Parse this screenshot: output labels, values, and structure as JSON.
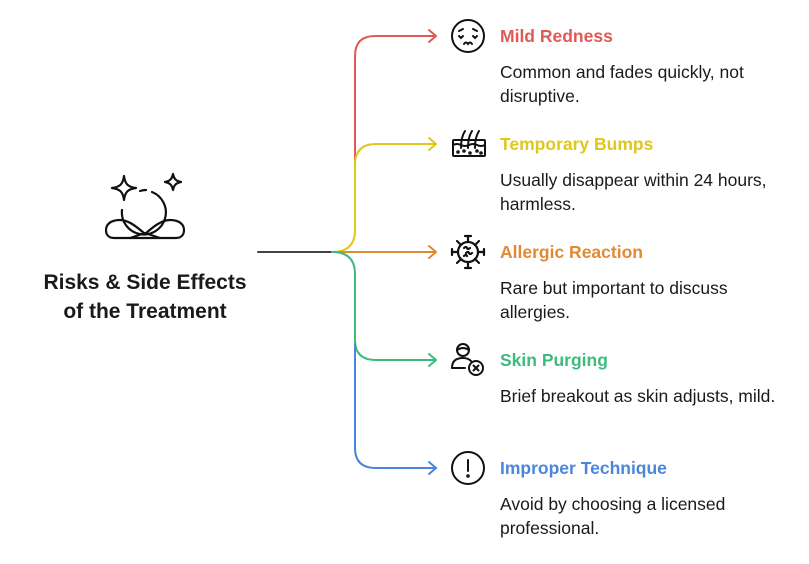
{
  "root": {
    "icon": "meditation-sparkle-icon",
    "title_line1": "Risks & Side Effects",
    "title_line2": "of the Treatment",
    "connector_color": "#444444"
  },
  "items": [
    {
      "title": "Mild Redness",
      "description": "Common and fades quickly, not disruptive.",
      "icon": "flushed-face-icon",
      "color": "#e05a55"
    },
    {
      "title": "Temporary Bumps",
      "description": "Usually disappear within 24 hours, harmless.",
      "icon": "skin-follicles-icon",
      "color": "#e0c71c"
    },
    {
      "title": "Allergic Reaction",
      "description": "Rare but important to discuss allergies.",
      "icon": "virus-icon",
      "color": "#e08a33"
    },
    {
      "title": "Skin Purging",
      "description": "Brief breakout as skin adjusts, mild.",
      "icon": "user-remove-icon",
      "color": "#3dbb7e"
    },
    {
      "title": "Improper Technique",
      "description": "Avoid by choosing a licensed professional.",
      "icon": "exclamation-circle-icon",
      "color": "#4a86de"
    }
  ]
}
